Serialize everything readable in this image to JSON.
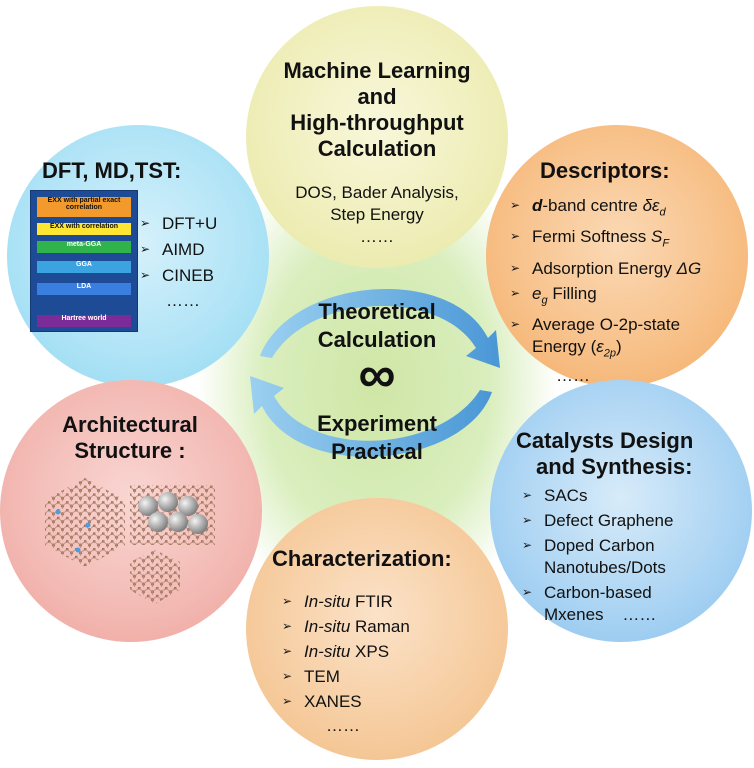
{
  "ml": {
    "title_lines": [
      "Machine Learning",
      "and",
      "High-throughput",
      "Calculation"
    ],
    "items": [
      "DOS, Bader Analysis,",
      "Step Energy",
      "……"
    ]
  },
  "dft": {
    "title": "DFT, MD,TST:",
    "items": [
      "DFT+U",
      "AIMD",
      "CINEB",
      "……"
    ],
    "ladder": [
      "EXX with partial exact correlation",
      "EXX with correlation",
      "meta-GGA",
      "GGA",
      "LDA",
      "Hartree world"
    ]
  },
  "descriptors": {
    "title": "Descriptors:",
    "items": {
      "d_prefix": "d",
      "d_rest": "-band centre ",
      "d_sym": "δε",
      "d_sub": "d",
      "fermi": "Fermi Softness ",
      "fermi_sym": "S",
      "fermi_sub": "F",
      "ads": "Adsorption Energy ",
      "ads_sym": "ΔG",
      "eg_sym": "e",
      "eg_sub": "g",
      "eg_rest": " Filling",
      "avg_line1": "Average O-2p-state",
      "avg_line2_a": "Energy (",
      "avg_sym": "ε",
      "avg_sub": "2p",
      "avg_line2_b": ")",
      "dots": "……"
    }
  },
  "center": {
    "line1": "Theoretical",
    "line2": "Calculation",
    "symbol": "∞",
    "line3": "Experiment",
    "line4": "Practical"
  },
  "arch": {
    "title_lines": [
      "Architectural",
      "Structure :"
    ]
  },
  "catalysts": {
    "title_lines": [
      "Catalysts Design",
      "and Synthesis:"
    ],
    "items": [
      "SACs",
      "Defect Graphene",
      "Doped Carbon",
      "Nanotubes/Dots",
      "Carbon-based",
      "Mxenes    ……"
    ]
  },
  "char": {
    "title": "Characterization:",
    "items": [
      {
        "it": "In-situ",
        "rest": " FTIR"
      },
      {
        "it": "In-situ",
        "rest": " Raman"
      },
      {
        "it": "In-situ",
        "rest": " XPS"
      },
      {
        "it": "",
        "rest": "TEM"
      },
      {
        "it": "",
        "rest": "XANES"
      }
    ],
    "dots": "……"
  },
  "colors": {
    "arrow": "#5aa6de",
    "ml": "#efeeb9",
    "dft": "#aee3f6",
    "desc": "#f7bf86",
    "arch": "#f3b9b3",
    "cat": "#a9d3f3",
    "char": "#f6cc9f",
    "center": "#d9eebd"
  },
  "bullet": "➢"
}
